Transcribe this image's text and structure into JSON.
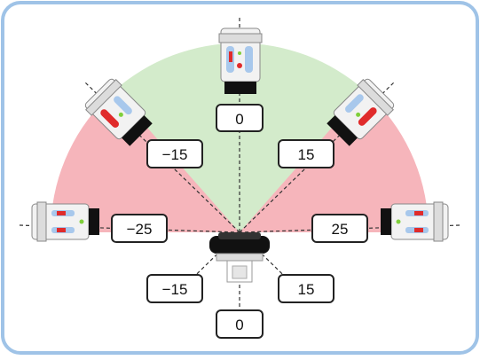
{
  "colors": {
    "border": "#9fc3e7",
    "green_zone": "#d3ebcb",
    "red_zone": "#f6b5bb",
    "robot_body": "#f2f2f2",
    "robot_dark": "#111111",
    "accent_red": "#e02b2b",
    "accent_blue": "#a8c8ec",
    "accent_green": "#7fcf3a",
    "guide_line": "#333333"
  },
  "labels": {
    "top_0": "0",
    "top_neg15": "−15",
    "top_15": "15",
    "top_neg25": "−25",
    "top_25": "25",
    "bottom_neg15": "−15",
    "bottom_15": "15",
    "bottom_0": "0"
  },
  "icons": {
    "robot": "robot-top-view-icon",
    "sensor": "sensor-icon"
  }
}
